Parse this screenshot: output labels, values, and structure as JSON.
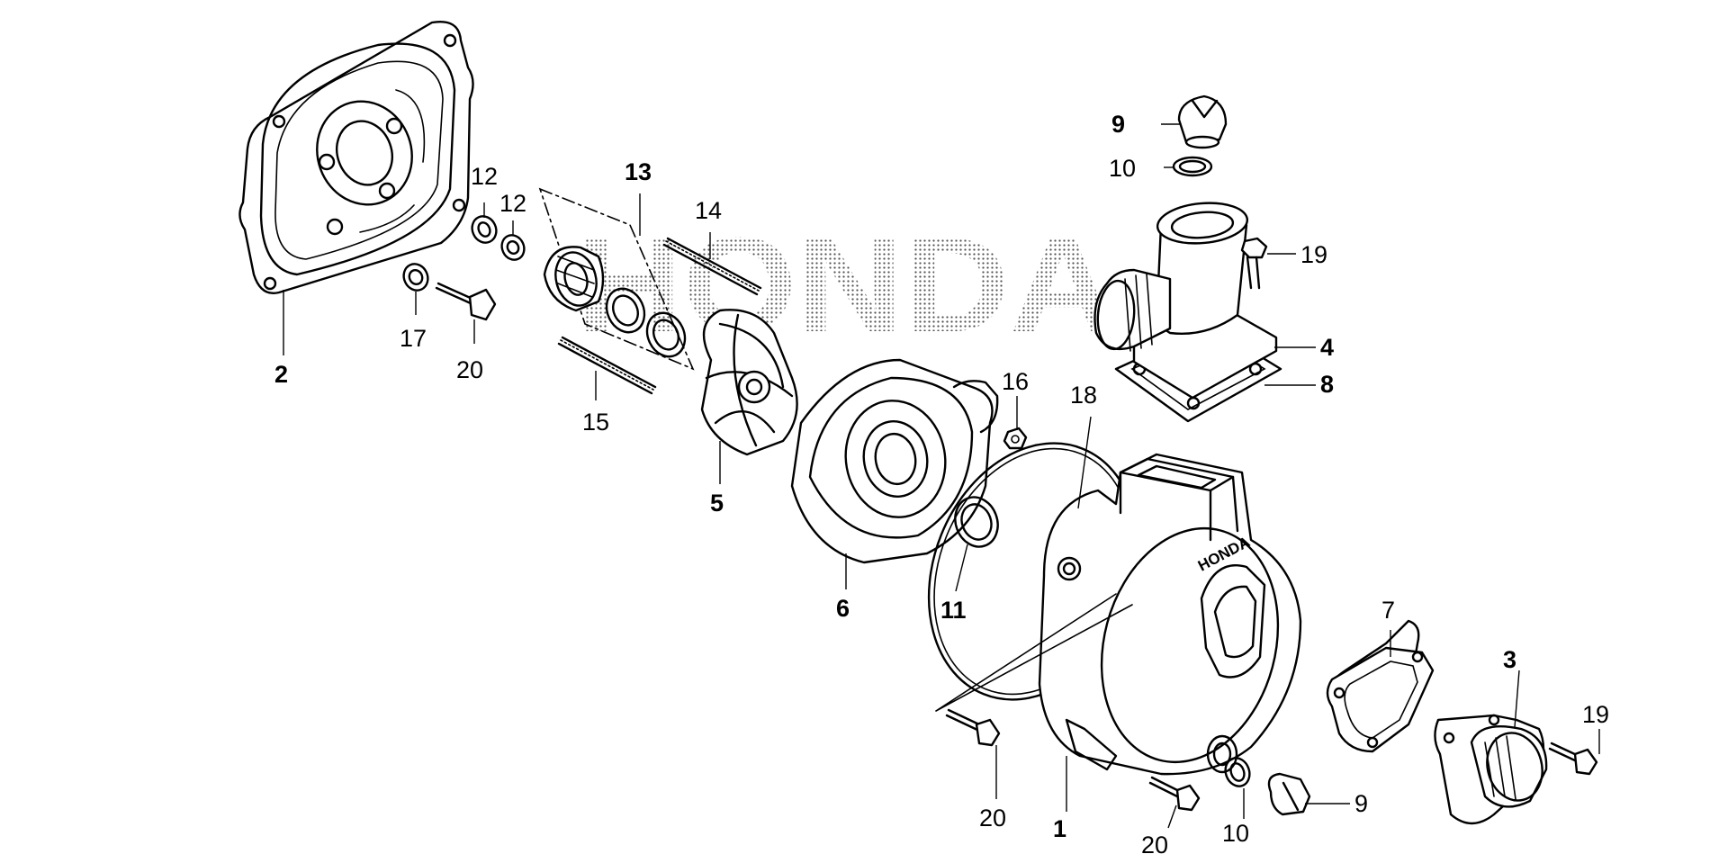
{
  "watermark": "HONDA",
  "casting_mark": "HONDA",
  "labels": [
    {
      "id": "l1",
      "text": "1",
      "bold": true
    },
    {
      "id": "l2",
      "text": "2",
      "bold": true
    },
    {
      "id": "l3",
      "text": "3",
      "bold": true
    },
    {
      "id": "l4",
      "text": "4",
      "bold": true
    },
    {
      "id": "l5",
      "text": "5",
      "bold": true
    },
    {
      "id": "l6",
      "text": "6",
      "bold": true
    },
    {
      "id": "l7",
      "text": "7",
      "bold": false
    },
    {
      "id": "l8",
      "text": "8",
      "bold": true
    },
    {
      "id": "l9a",
      "text": "9",
      "bold": true
    },
    {
      "id": "l9b",
      "text": "9",
      "bold": false
    },
    {
      "id": "l10a",
      "text": "10",
      "bold": false
    },
    {
      "id": "l10b",
      "text": "10",
      "bold": false
    },
    {
      "id": "l11",
      "text": "11",
      "bold": true
    },
    {
      "id": "l12a",
      "text": "12",
      "bold": false
    },
    {
      "id": "l12b",
      "text": "12",
      "bold": false
    },
    {
      "id": "l13",
      "text": "13",
      "bold": true
    },
    {
      "id": "l14",
      "text": "14",
      "bold": false
    },
    {
      "id": "l15",
      "text": "15",
      "bold": false
    },
    {
      "id": "l16",
      "text": "16",
      "bold": false
    },
    {
      "id": "l17",
      "text": "17",
      "bold": false
    },
    {
      "id": "l18",
      "text": "18",
      "bold": false
    },
    {
      "id": "l19a",
      "text": "19",
      "bold": false
    },
    {
      "id": "l19b",
      "text": "19",
      "bold": false
    },
    {
      "id": "l20a",
      "text": "20",
      "bold": false
    },
    {
      "id": "l20b",
      "text": "20",
      "bold": false
    },
    {
      "id": "l20c",
      "text": "20",
      "bold": false
    }
  ]
}
